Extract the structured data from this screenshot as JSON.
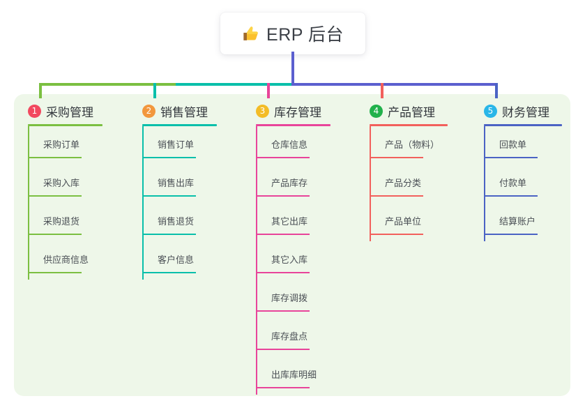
{
  "root": {
    "icon": "thumbs-up-icon",
    "title": "ERP 后台"
  },
  "colors": {
    "panel_bg": "#eef7e9",
    "page_bg": "#ffffff",
    "stem": "#5b5fcf",
    "bus_green": "#7bbf41",
    "bus_teal": "#09bfaa",
    "bus_blue": "#5b5fcf"
  },
  "columns": [
    {
      "number": "1",
      "title": "采购管理",
      "badge_color": "#f2495f",
      "line_color": "#7bbf41",
      "drop_color": "#7bbf41",
      "items": [
        "采购订单",
        "采购入库",
        "采购退货",
        "供应商信息"
      ]
    },
    {
      "number": "2",
      "title": "销售管理",
      "badge_color": "#f2973d",
      "line_color": "#09bfaa",
      "drop_color": "#09bfaa",
      "items": [
        "销售订单",
        "销售出库",
        "销售退货",
        "客户信息"
      ]
    },
    {
      "number": "3",
      "title": "库存管理",
      "badge_color": "#f3bc26",
      "line_color": "#e8449a",
      "drop_color": "#e8449a",
      "items": [
        "仓库信息",
        "产品库存",
        "其它出库",
        "其它入库",
        "库存调拨",
        "库存盘点",
        "出库库明细"
      ]
    },
    {
      "number": "4",
      "title": "产品管理",
      "badge_color": "#21b14b",
      "line_color": "#f2605c",
      "drop_color": "#f2605c",
      "items": [
        "产品（物料）",
        "产品分类",
        "产品单位"
      ]
    },
    {
      "number": "5",
      "title": "财务管理",
      "badge_color": "#29b6e8",
      "line_color": "#4b63c4",
      "drop_color": "#4b63c4",
      "items": [
        "回款单",
        "付款单",
        "结算账户"
      ]
    }
  ]
}
